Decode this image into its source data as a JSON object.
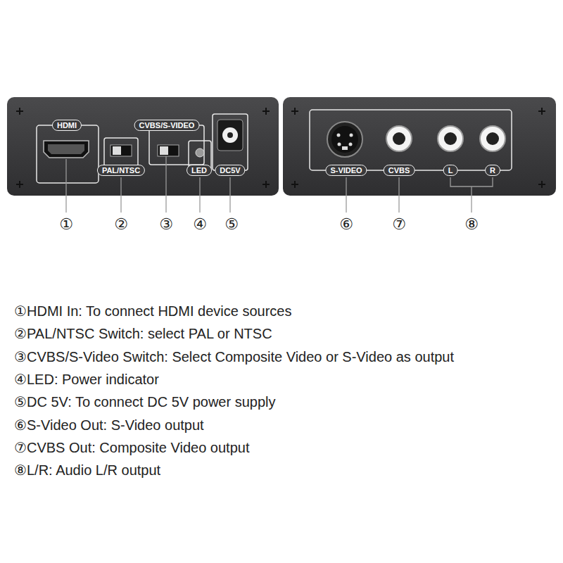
{
  "diagram": {
    "nodes": [
      {
        "text": [
          "HDMI"
        ]
      },
      {
        "text": [
          "PAL/NTSC"
        ]
      },
      {
        "text": [
          "CVBS/S-VIDEO"
        ]
      },
      {
        "text": [
          "LED"
        ]
      },
      {
        "text": [
          "DC5V"
        ]
      },
      {
        "text": [
          "S-VIDEO"
        ]
      },
      {
        "text": [
          "CVBS"
        ]
      },
      {
        "text": [
          "L"
        ]
      },
      {
        "text": [
          "R"
        ]
      }
    ],
    "labels": [
      "①",
      "②",
      "③",
      "④",
      "⑤",
      "⑥",
      "⑦",
      "⑧",
      "①HDMI In: To connect HDMI device sources",
      "②PAL/NTSC Switch: select PAL or NTSC",
      "③CVBS/S-Video Switch: Select Composite Video or S-Video as output",
      "④LED: Power indicator",
      "⑤DC 5V: To connect DC 5V power supply",
      "⑥S-Video Out: S-Video output",
      "⑦CVBS Out: Composite Video output",
      "⑧L/R: Audio L/R output"
    ]
  }
}
